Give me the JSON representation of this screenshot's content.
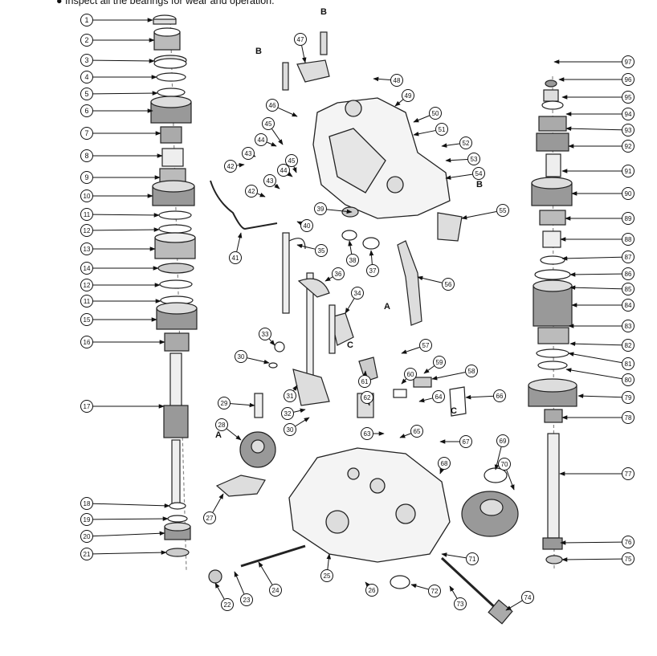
{
  "header_text": "● Inspect all the bearings for wear and operation.",
  "callouts": [
    "1",
    "2",
    "3",
    "4",
    "5",
    "6",
    "7",
    "8",
    "9",
    "10",
    "11",
    "12",
    "13",
    "14",
    "12",
    "11",
    "15",
    "16",
    "17",
    "18",
    "19",
    "20",
    "21",
    "22",
    "23",
    "24",
    "25",
    "26",
    "27",
    "28",
    "29",
    "30",
    "31",
    "32",
    "33",
    "30",
    "34",
    "35",
    "36",
    "37",
    "38",
    "39",
    "40",
    "41",
    "42",
    "43",
    "44",
    "45",
    "42",
    "43",
    "44",
    "45",
    "46",
    "47",
    "48",
    "49",
    "50",
    "51",
    "52",
    "53",
    "54",
    "55",
    "56",
    "57",
    "58",
    "59",
    "60",
    "61",
    "62",
    "63",
    "64",
    "65",
    "66",
    "67",
    "68",
    "69",
    "70",
    "71",
    "72",
    "73",
    "74",
    "75",
    "76",
    "77",
    "78",
    "79",
    "80",
    "81",
    "82",
    "83",
    "84",
    "85",
    "86",
    "87",
    "88",
    "89",
    "90",
    "91",
    "92",
    "93",
    "94",
    "95",
    "96",
    "97"
  ],
  "letters": [
    "A",
    "A",
    "B",
    "B",
    "B",
    "C",
    "C"
  ]
}
